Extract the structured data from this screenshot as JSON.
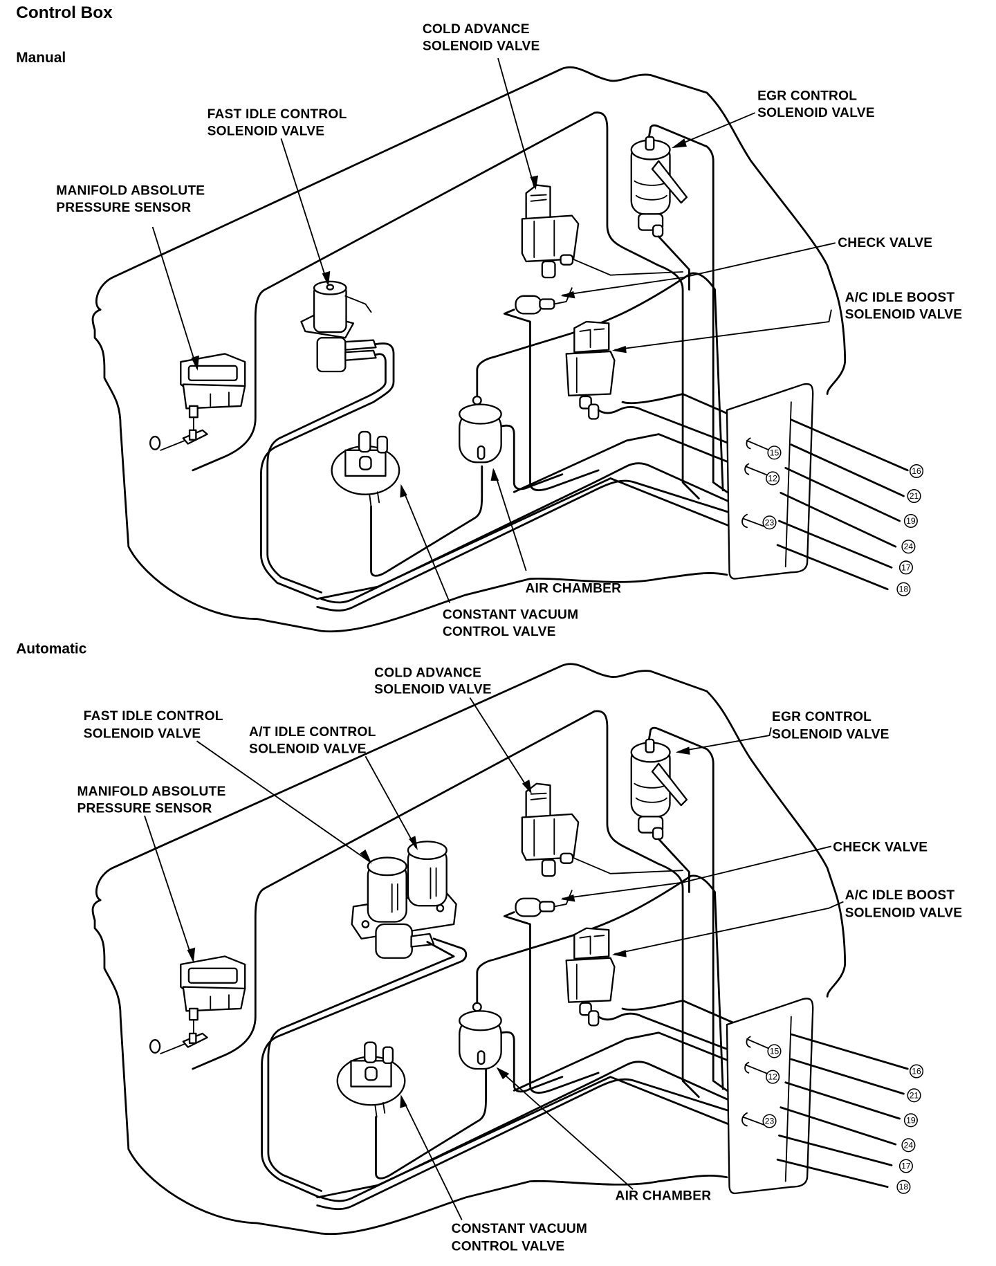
{
  "title": "Control Box",
  "sections": [
    {
      "id": "manual",
      "heading": "Manual",
      "labels": {
        "cold_advance": [
          "COLD ADVANCE",
          "SOLENOID VALVE"
        ],
        "egr_control": [
          "EGR CONTROL",
          "SOLENOID VALVE"
        ],
        "fast_idle": [
          "FAST IDLE CONTROL",
          "SOLENOID VALVE"
        ],
        "map_sensor": [
          "MANIFOLD ABSOLUTE",
          "PRESSURE SENSOR"
        ],
        "check_valve": [
          "CHECK VALVE"
        ],
        "ac_idle_boost": [
          "A/C IDLE BOOST",
          "SOLENOID VALVE"
        ],
        "air_chamber": [
          "AIR CHAMBER"
        ],
        "constant_vacuum": [
          "CONSTANT VACUUM",
          "CONTROL VALVE"
        ]
      },
      "inner_port_numbers": [
        "15",
        "12",
        "23"
      ],
      "outer_port_numbers": [
        "16",
        "21",
        "19",
        "24",
        "17",
        "18"
      ]
    },
    {
      "id": "automatic",
      "heading": "Automatic",
      "labels": {
        "cold_advance": [
          "COLD ADVANCE",
          "SOLENOID VALVE"
        ],
        "egr_control": [
          "EGR CONTROL",
          "SOLENOID VALVE"
        ],
        "fast_idle": [
          "FAST IDLE CONTROL",
          "SOLENOID VALVE"
        ],
        "at_idle": [
          "A/T IDLE CONTROL",
          "SOLENOID VALVE"
        ],
        "map_sensor": [
          "MANIFOLD ABSOLUTE",
          "PRESSURE SENSOR"
        ],
        "check_valve": [
          "CHECK VALVE"
        ],
        "ac_idle_boost": [
          "A/C IDLE BOOST",
          "SOLENOID VALVE"
        ],
        "air_chamber": [
          "AIR CHAMBER"
        ],
        "constant_vacuum": [
          "CONSTANT VACUUM",
          "CONTROL VALVE"
        ]
      },
      "inner_port_numbers": [
        "15",
        "12",
        "23"
      ],
      "outer_port_numbers": [
        "16",
        "21",
        "19",
        "24",
        "17",
        "18"
      ]
    }
  ]
}
